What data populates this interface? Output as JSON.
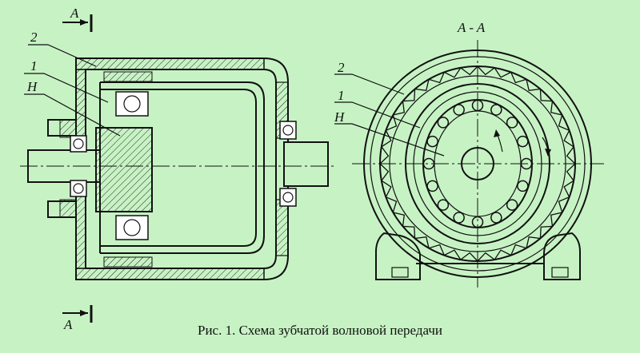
{
  "labels": {
    "section_top": "A",
    "section_bottom": "A",
    "section_view": "A - A",
    "left_2": "2",
    "left_1": "1",
    "left_H": "H",
    "right_2": "2",
    "right_1": "1",
    "right_H": "H"
  },
  "caption": "Рис. 1. Схема зубчатой волновой передачи",
  "colors": {
    "background": "#c7f3c4",
    "line": "#111111"
  },
  "icons": [
    "section-arrow-icon",
    "rotation-arrow-icon"
  ]
}
